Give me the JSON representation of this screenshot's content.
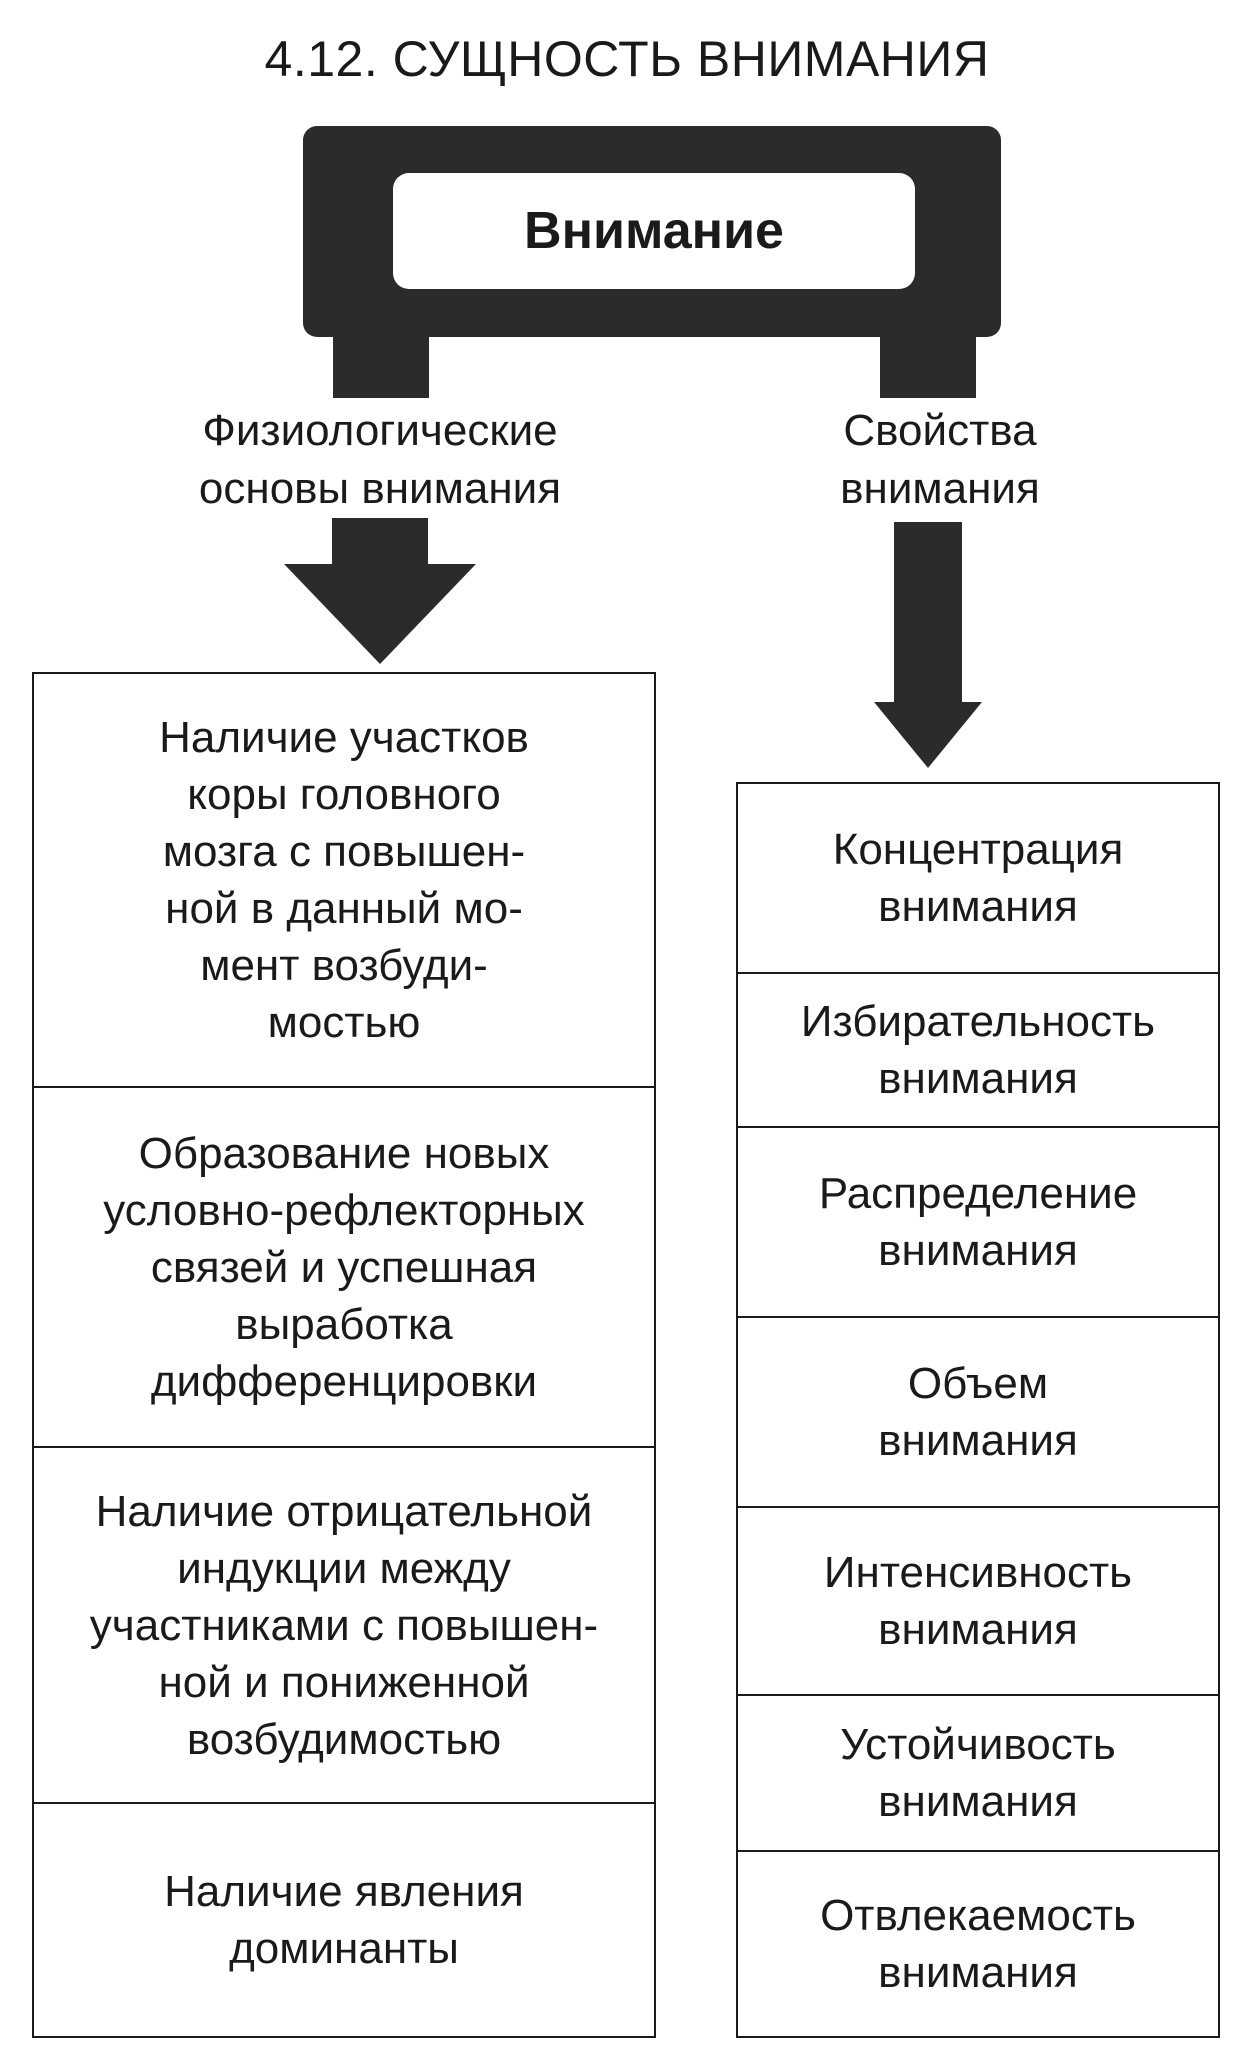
{
  "title": "4.12. СУЩНОСТЬ ВНИМАНИЯ",
  "root": {
    "label": "Внимание"
  },
  "branches": {
    "left": {
      "label_lines": [
        "Физиологические",
        "основы внимания"
      ],
      "items": [
        {
          "lines": [
            "Наличие участков",
            "коры головного",
            "мозга с повышен-",
            "ной в данный мо-",
            "мент возбуди-",
            "мостью"
          ]
        },
        {
          "lines": [
            "Образование новых",
            "условно-рефлекторных",
            "связей и успешная",
            "выработка",
            "дифференцировки"
          ]
        },
        {
          "lines": [
            "Наличие отрицательной",
            "индукции между",
            "участниками с повышен-",
            "ной и пониженной",
            "возбудимостью"
          ]
        },
        {
          "lines": [
            "Наличие явления",
            "доминанты"
          ]
        }
      ]
    },
    "right": {
      "label_lines": [
        "Свойства",
        "внимания"
      ],
      "items": [
        {
          "lines": [
            "Концентрация",
            "внимания"
          ]
        },
        {
          "lines": [
            "Избирательность",
            "внимания"
          ]
        },
        {
          "lines": [
            "Распределение",
            "внимания"
          ]
        },
        {
          "lines": [
            "Объем",
            "внимания"
          ]
        },
        {
          "lines": [
            "Интенсивность",
            "внимания"
          ]
        },
        {
          "lines": [
            "Устойчивость",
            "внимания"
          ]
        },
        {
          "lines": [
            "Отвлекаемость",
            "внимания"
          ]
        }
      ]
    }
  },
  "colors": {
    "connector_fill": "#2b2b2b",
    "outline": "#1a1a1a",
    "background": "#ffffff"
  }
}
